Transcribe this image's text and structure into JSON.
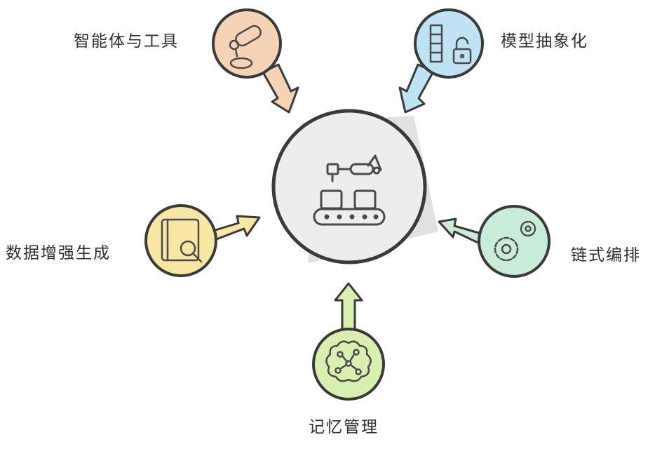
{
  "diagram": {
    "center": {
      "icon": "robot-arm-conveyor-icon"
    },
    "nodes": [
      {
        "key": "agents",
        "label": "智能体与工具",
        "icon": "robot-arm-icon",
        "fill": "#f7d3b6"
      },
      {
        "key": "model",
        "label": "模型抽象化",
        "icon": "blocks-and-lock-icon",
        "fill": "#bfe3f4"
      },
      {
        "key": "data",
        "label": "数据增强生成",
        "icon": "document-search-icon",
        "fill": "#f8e6a4"
      },
      {
        "key": "chain",
        "label": "链式编排",
        "icon": "gears-icon",
        "fill": "#c9ecd8"
      },
      {
        "key": "memory",
        "label": "记忆管理",
        "icon": "brain-network-icon",
        "fill": "#d9efb0"
      }
    ],
    "colors": {
      "stroke": "#3a3a3a",
      "center_fill": "#ededed",
      "center_shadow": "#d9d9d9"
    }
  }
}
